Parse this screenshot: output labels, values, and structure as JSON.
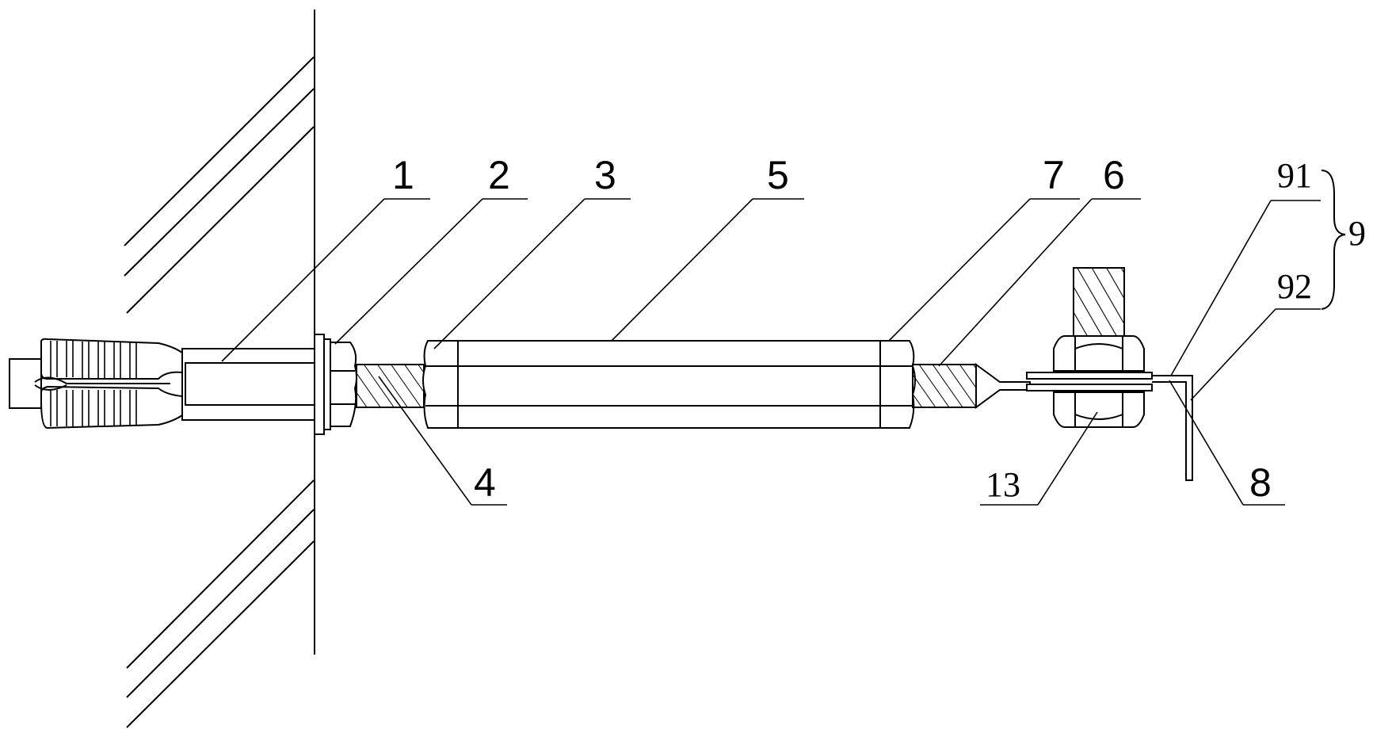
{
  "labels": {
    "l1": "1",
    "l2": "2",
    "l3": "3",
    "l5": "5",
    "l7": "7",
    "l6": "6",
    "l4": "4",
    "l13": "13",
    "l8": "8",
    "l91": "91",
    "l92": "92",
    "l9": "9"
  }
}
